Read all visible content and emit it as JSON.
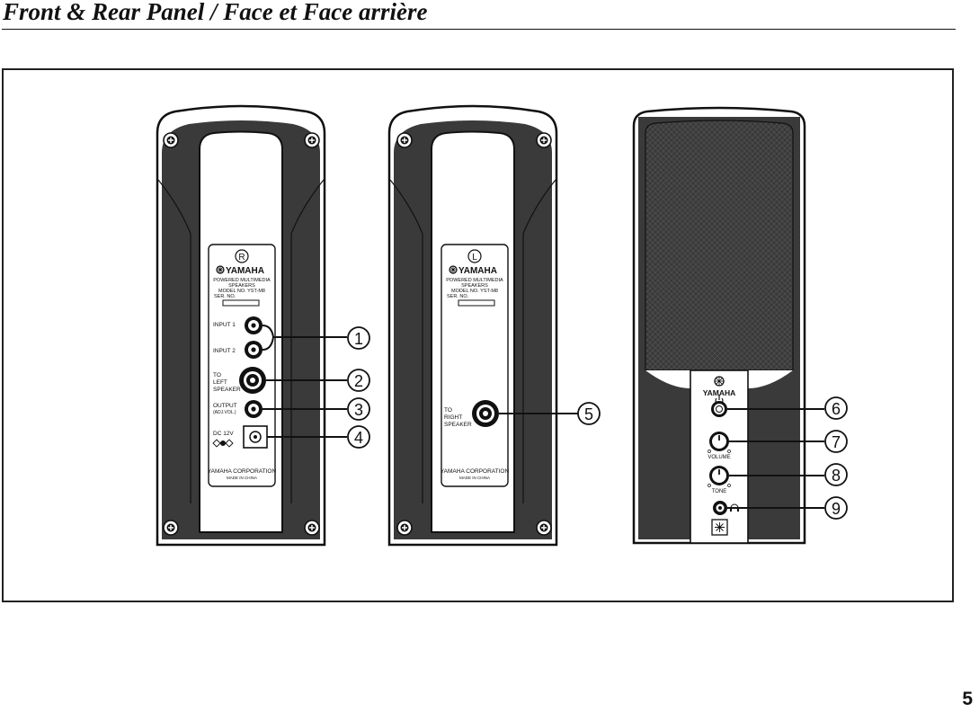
{
  "page": {
    "title": "Front & Rear Panel / Face et Face arrière",
    "page_number": "5"
  },
  "right_speaker_rear": {
    "channel_mark": "R",
    "brand": "YAMAHA",
    "product_line1": "POWERED MULTIMEDIA",
    "product_line2": "SPEAKERS",
    "model": "MODEL NO. YST-M8",
    "serial_label": "SER. NO.",
    "input1_label": "INPUT 1",
    "input2_label": "INPUT 2",
    "to_left_line1": "TO",
    "to_left_line2": "LEFT",
    "to_left_line3": "SPEAKER",
    "output_label": "OUTPUT",
    "output_sub": "(ADJ.VOL.)",
    "dc_label": "DC 12V",
    "corporation": "YAMAHA CORPORATION",
    "origin": "MADE IN CHINA"
  },
  "left_speaker_rear": {
    "channel_mark": "L",
    "brand": "YAMAHA",
    "product_line1": "POWERED MULTIMEDIA",
    "product_line2": "SPEAKERS",
    "model": "MODEL NO. YST-M8",
    "serial_label": "SER. NO.",
    "to_right_line1": "TO",
    "to_right_line2": "RIGHT",
    "to_right_line3": "SPEAKER",
    "corporation": "YAMAHA CORPORATION",
    "origin": "MADE IN CHINA"
  },
  "front_panel": {
    "brand": "YAMAHA",
    "volume_label": "VOLUME",
    "tone_label": "TONE"
  },
  "callouts": [
    "1",
    "2",
    "3",
    "4",
    "5",
    "6",
    "7",
    "8",
    "9"
  ],
  "icons": [
    "power-icon",
    "headphones-icon",
    "dc-polarity-icon",
    "yamaha-logo-icon"
  ]
}
